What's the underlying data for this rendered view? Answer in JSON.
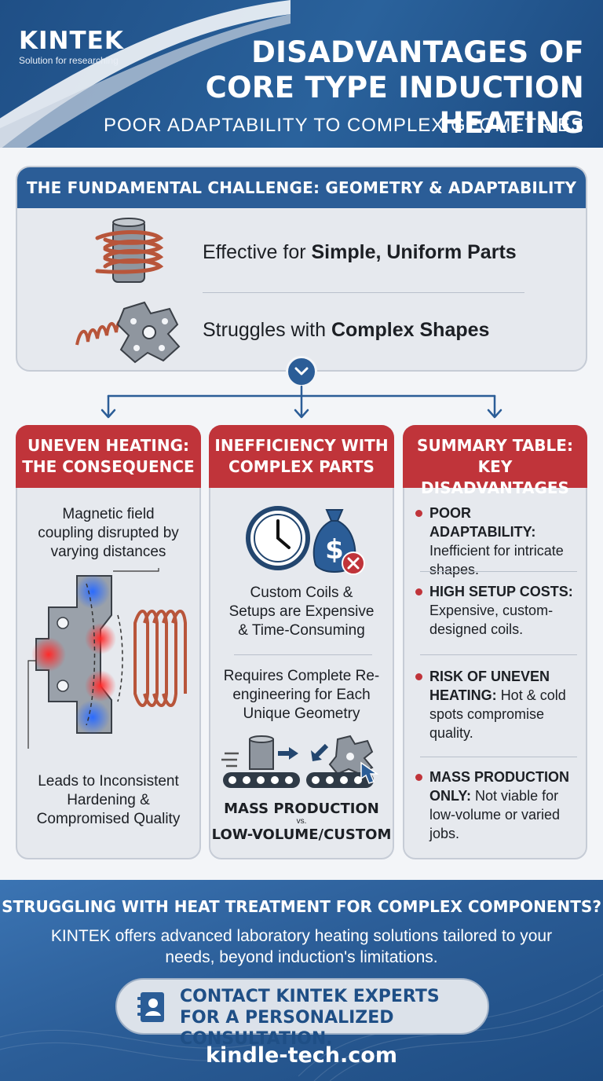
{
  "header": {
    "brand": "KINTEK",
    "tagline": "Solution for researching",
    "title": "DISADVANTAGES OF CORE TYPE INDUCTION HEATING",
    "subtitle": "POOR ADAPTABILITY TO COMPLEX GEOMETRIES"
  },
  "challenge": {
    "title": "THE FUNDAMENTAL CHALLENGE: GEOMETRY & ADAPTABILITY",
    "row1_prefix": "Effective for ",
    "row1_bold": "Simple, Uniform Parts",
    "row2_prefix": "Struggles with ",
    "row2_bold": "Complex Shapes"
  },
  "columns": {
    "uneven": {
      "title_line1": "UNEVEN HEATING:",
      "title_line2": "THE CONSEQUENCE",
      "text1": "Magnetic field coupling disrupted by varying distances",
      "text2": "Leads to Inconsistent Hardening & Compromised Quality"
    },
    "inefficiency": {
      "title_line1": "INEFFICIENCY WITH",
      "title_line2": "COMPLEX PARTS",
      "text1": "Custom Coils & Setups are Expensive & Time-Consuming",
      "text2": "Requires Complete Re-engineering for Each Unique Geometry",
      "label_top": "MASS PRODUCTION",
      "label_vs": "vs.",
      "label_bottom": "LOW-VOLUME/CUSTOM"
    },
    "summary": {
      "title_line1": "SUMMARY TABLE:",
      "title_line2": "KEY DISADVANTAGES",
      "items": [
        {
          "bold": "POOR ADAPTABILITY:",
          "text": "Inefficient for intricate shapes."
        },
        {
          "bold": "HIGH SETUP COSTS:",
          "text": "Expensive, custom-designed coils."
        },
        {
          "bold": "RISK OF UNEVEN HEATING:",
          "text": "Hot & cold spots compromise quality."
        },
        {
          "bold": "MASS PRODUCTION ONLY:",
          "text": "Not viable for low-volume or varied jobs."
        }
      ]
    }
  },
  "footer": {
    "title": "STRUGGLING WITH HEAT TREATMENT FOR COMPLEX COMPONENTS?",
    "text": "KINTEK offers advanced laboratory heating solutions tailored to your needs, beyond induction's limitations.",
    "cta": "CONTACT KINTEK EXPERTS FOR A PERSONALIZED CONSULTATION.",
    "site": "kindle-tech.com"
  },
  "colors": {
    "primary_blue": "#2b5d97",
    "accent_red": "#c0343a",
    "panel_gray": "#e6e9ee"
  }
}
